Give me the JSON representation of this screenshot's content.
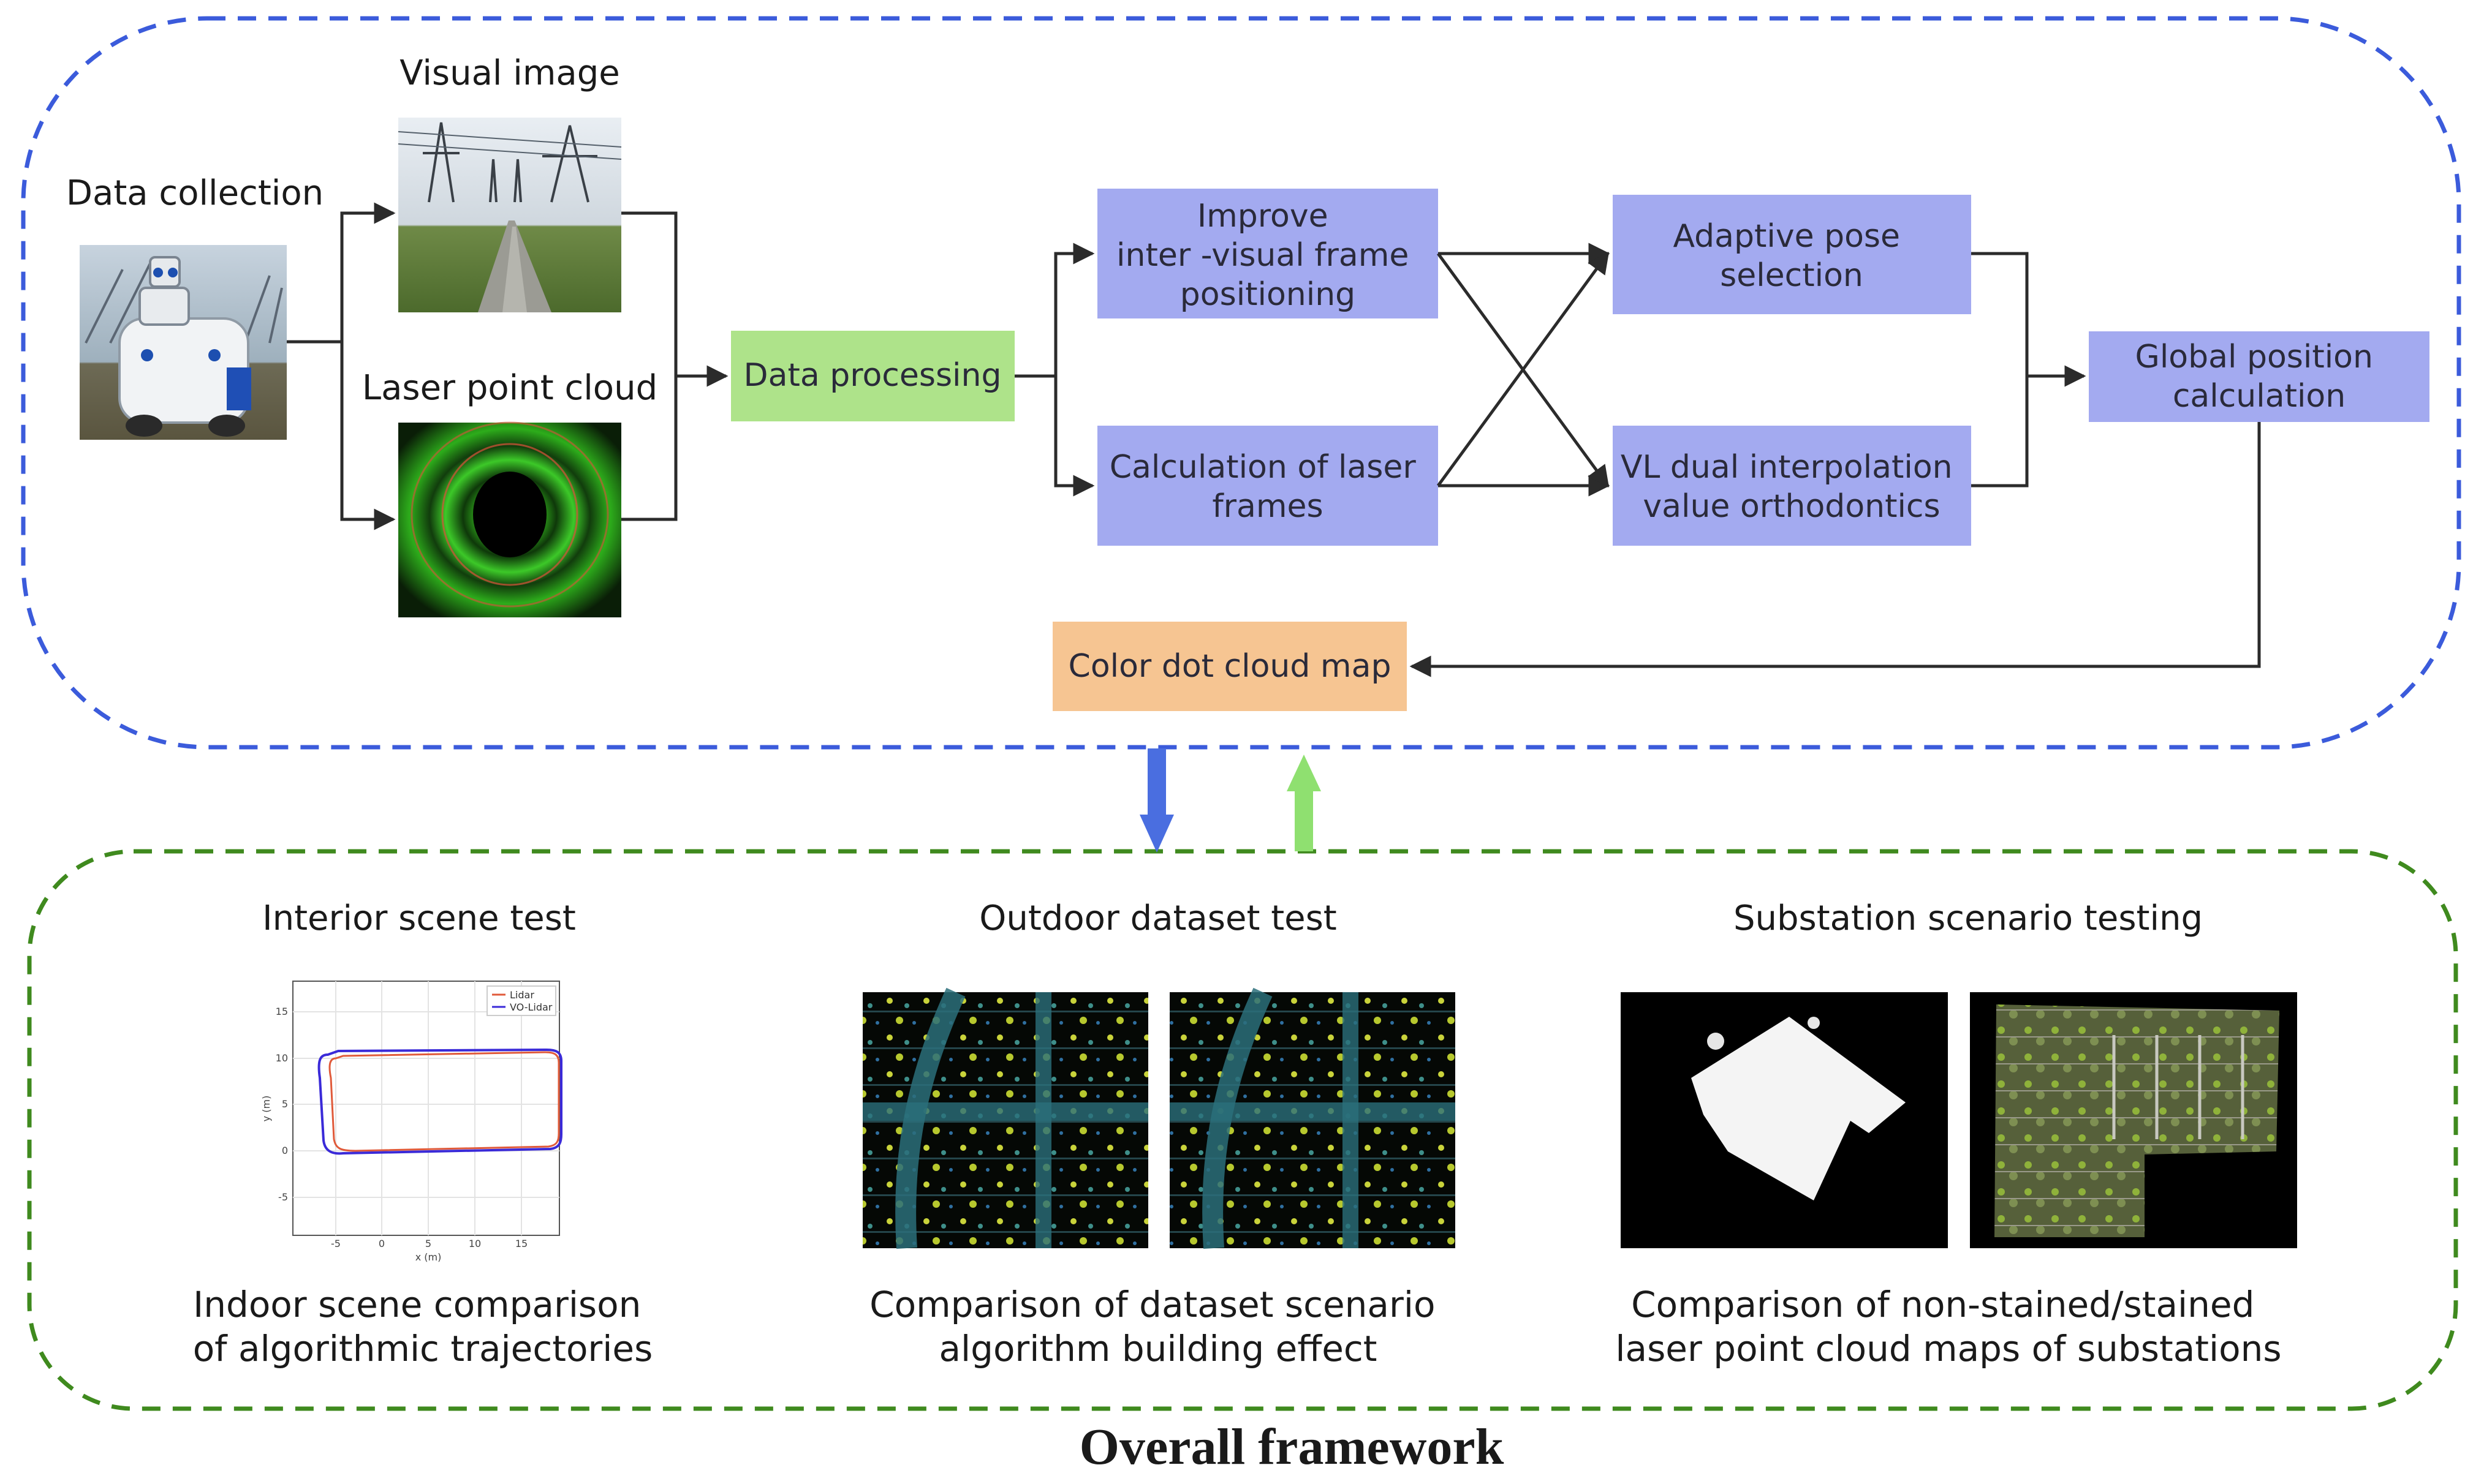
{
  "top_section": {
    "data_collection": "Data collection",
    "visual_image": "Visual image",
    "laser_point_cloud": "Laser point cloud",
    "data_processing": "Data processing",
    "improve_visual": [
      "Improve",
      "inter -visual frame",
      "positioning"
    ],
    "laser_frames": [
      "Calculation of laser",
      "frames"
    ],
    "adaptive_pose": [
      "Adaptive pose",
      "selection"
    ],
    "vl_dual": [
      "VL dual interpolation",
      "value orthodontics"
    ],
    "global_position": [
      "Global position",
      "calculation"
    ],
    "color_dot": "Color dot cloud map"
  },
  "bottom_section": {
    "interior_title": "Interior scene test",
    "outdoor_title": "Outdoor dataset test",
    "substation_title": "Substation scenario testing",
    "interior_caption": [
      "Indoor scene comparison",
      "of algorithmic trajectories"
    ],
    "outdoor_caption": [
      "Comparison of dataset scenario",
      "algorithm building effect"
    ],
    "substation_caption": [
      "Comparison of non-stained/stained",
      "laser point cloud maps of substations"
    ],
    "trajectory_plot": {
      "legend": [
        "Lidar",
        "VO-Lidar"
      ],
      "y_ticks": [
        "15",
        "10",
        "5",
        "0",
        "-5"
      ],
      "x_ticks": [
        "-5",
        "0",
        "5",
        "10",
        "15"
      ],
      "xlabel": "x (m)",
      "ylabel": "y (m)"
    }
  },
  "footer_title": "Overall framework",
  "colors": {
    "blue_box": "#a3aaf0",
    "green_box": "#aee38a",
    "orange_box": "#f6c592",
    "blue_dash": "#3b5bdb",
    "green_dash": "#3f8a1e",
    "blue_arrow": "#4a6ee0",
    "green_arrow": "#8fe070",
    "lidar_line": "#e05a3a",
    "vo_lidar_line": "#3a2ad8"
  }
}
